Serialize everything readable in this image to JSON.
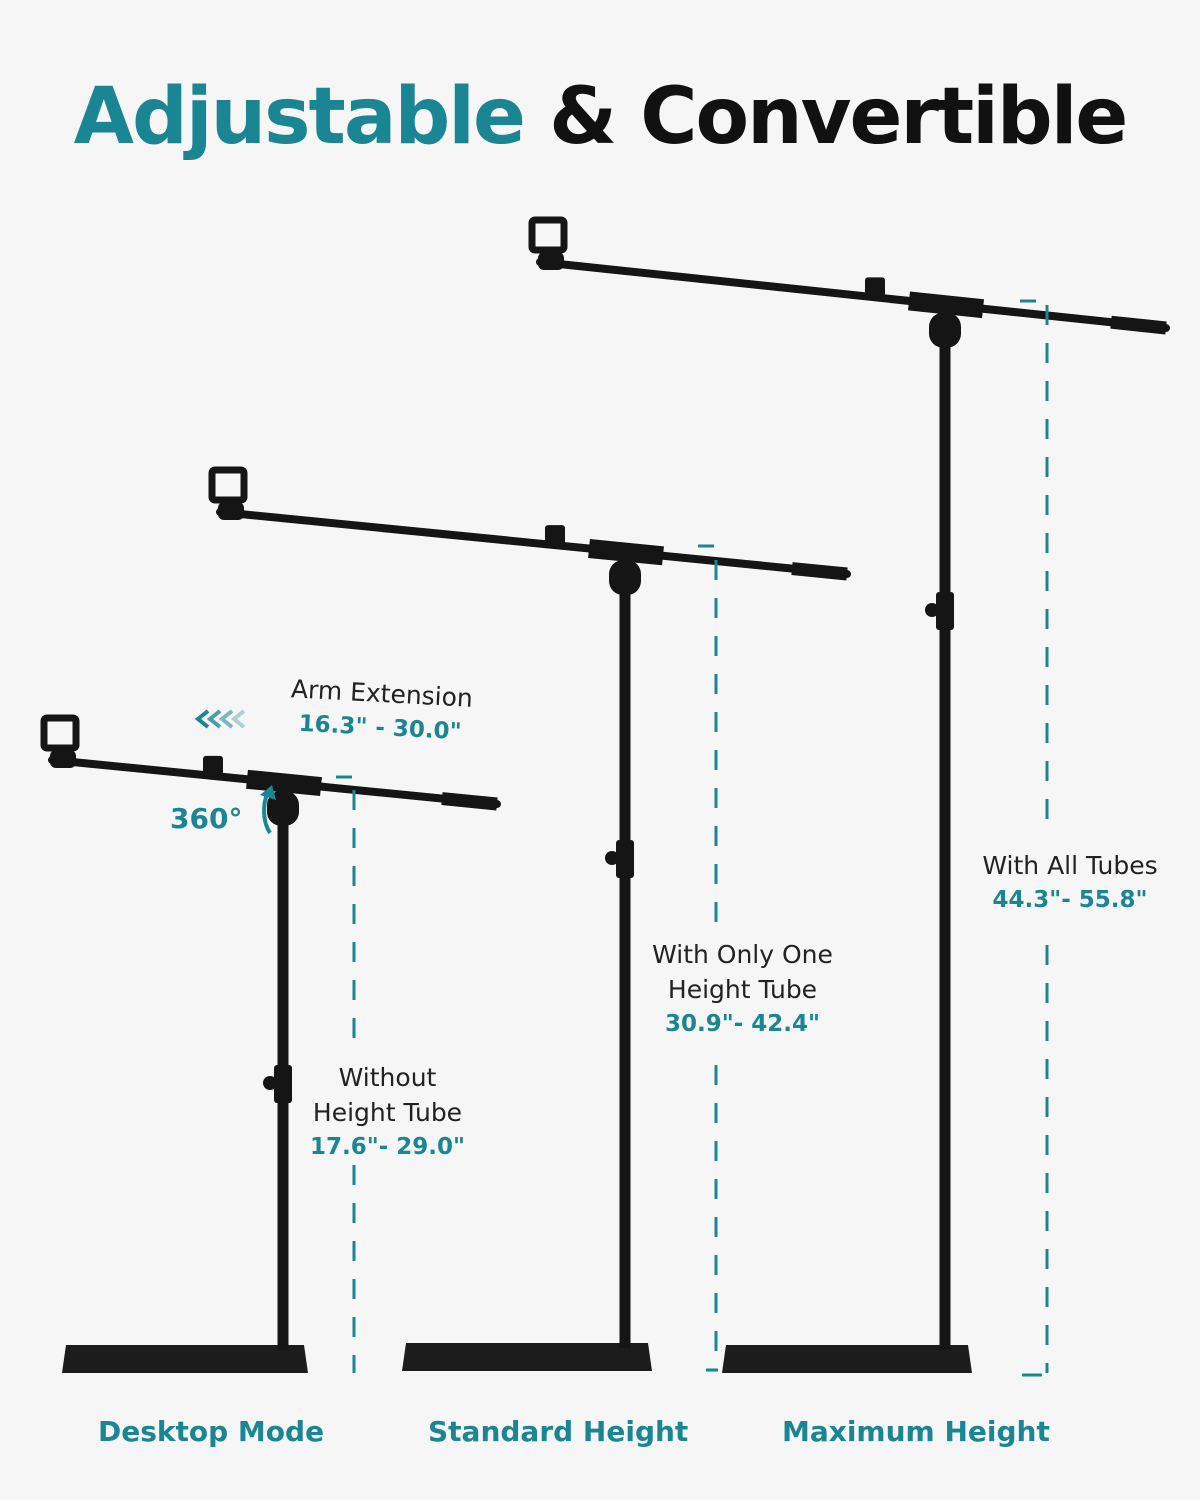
{
  "title": {
    "part1": "Adjustable",
    "part2": "& Convertible"
  },
  "colors": {
    "accent": "#1a8593",
    "stand": "#151515",
    "background": "#f6f6f6"
  },
  "arm": {
    "label": "Arm Extension",
    "range": "16.3\" - 30.0\"",
    "rotation": "360°"
  },
  "modes": [
    {
      "name": "Desktop Mode",
      "line1": "Without",
      "line2": "Height Tube",
      "range": "17.6\"- 29.0\""
    },
    {
      "name": "Standard Height",
      "line1": "With Only One",
      "line2": "Height Tube",
      "range": "30.9\"- 42.4\""
    },
    {
      "name": "Maximum Height",
      "line1": "With All Tubes",
      "line2": "",
      "range": "44.3\"- 55.8\""
    }
  ]
}
